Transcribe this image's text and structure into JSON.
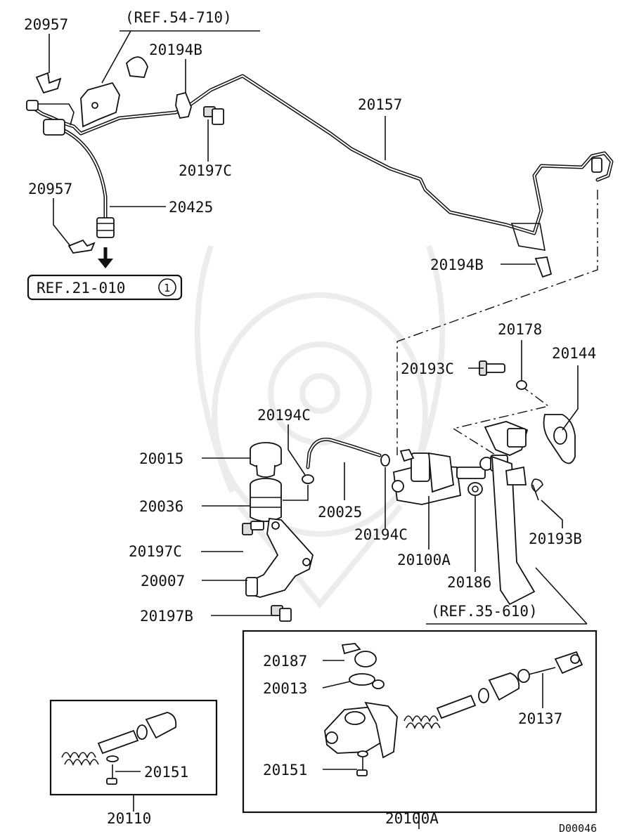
{
  "refs": {
    "ref_54_710": "(REF.54-710)",
    "ref_21_010": "REF.21-010",
    "ref_21_010_circle": "1",
    "ref_35_610": "(REF.35-610)"
  },
  "labels": {
    "p20957_top": "20957",
    "p20194b_top": "20194B",
    "p20157": "20157",
    "p20197c_top": "20197C",
    "p20957_mid": "20957",
    "p20425": "20425",
    "p20194b_right": "20194B",
    "p20178": "20178",
    "p20144": "20144",
    "p20193c": "20193C",
    "p20194c_top": "20194C",
    "p20015": "20015",
    "p20036": "20036",
    "p20025": "20025",
    "p20194c_bot": "20194C",
    "p20193b": "20193B",
    "p20197c_bot": "20197C",
    "p20100a_mid": "20100A",
    "p20007": "20007",
    "p20186": "20186",
    "p20197b": "20197B",
    "p20187": "20187",
    "p20013": "20013",
    "p20137": "20137",
    "p20151_left": "20151",
    "p20151_right": "20151",
    "p20110": "20110",
    "p20100a_bot": "20100A",
    "diagram_code": "D00046"
  }
}
